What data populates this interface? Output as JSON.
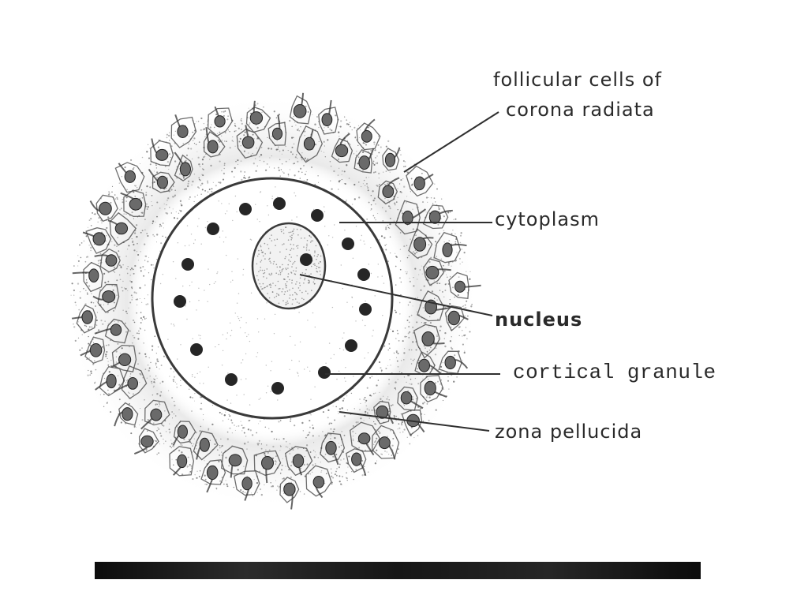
{
  "labels": {
    "follicular_line1": "follicular cells of",
    "follicular_line2": "corona radiata",
    "cytoplasm": "cytoplasm",
    "nucleus": "nucleus",
    "cortical_granule": "cortical granule",
    "zona_pellucida": "zona pellucida"
  },
  "colors": {
    "ink": "#2a2a2a",
    "paper": "#ffffff",
    "bar": "#111111"
  }
}
